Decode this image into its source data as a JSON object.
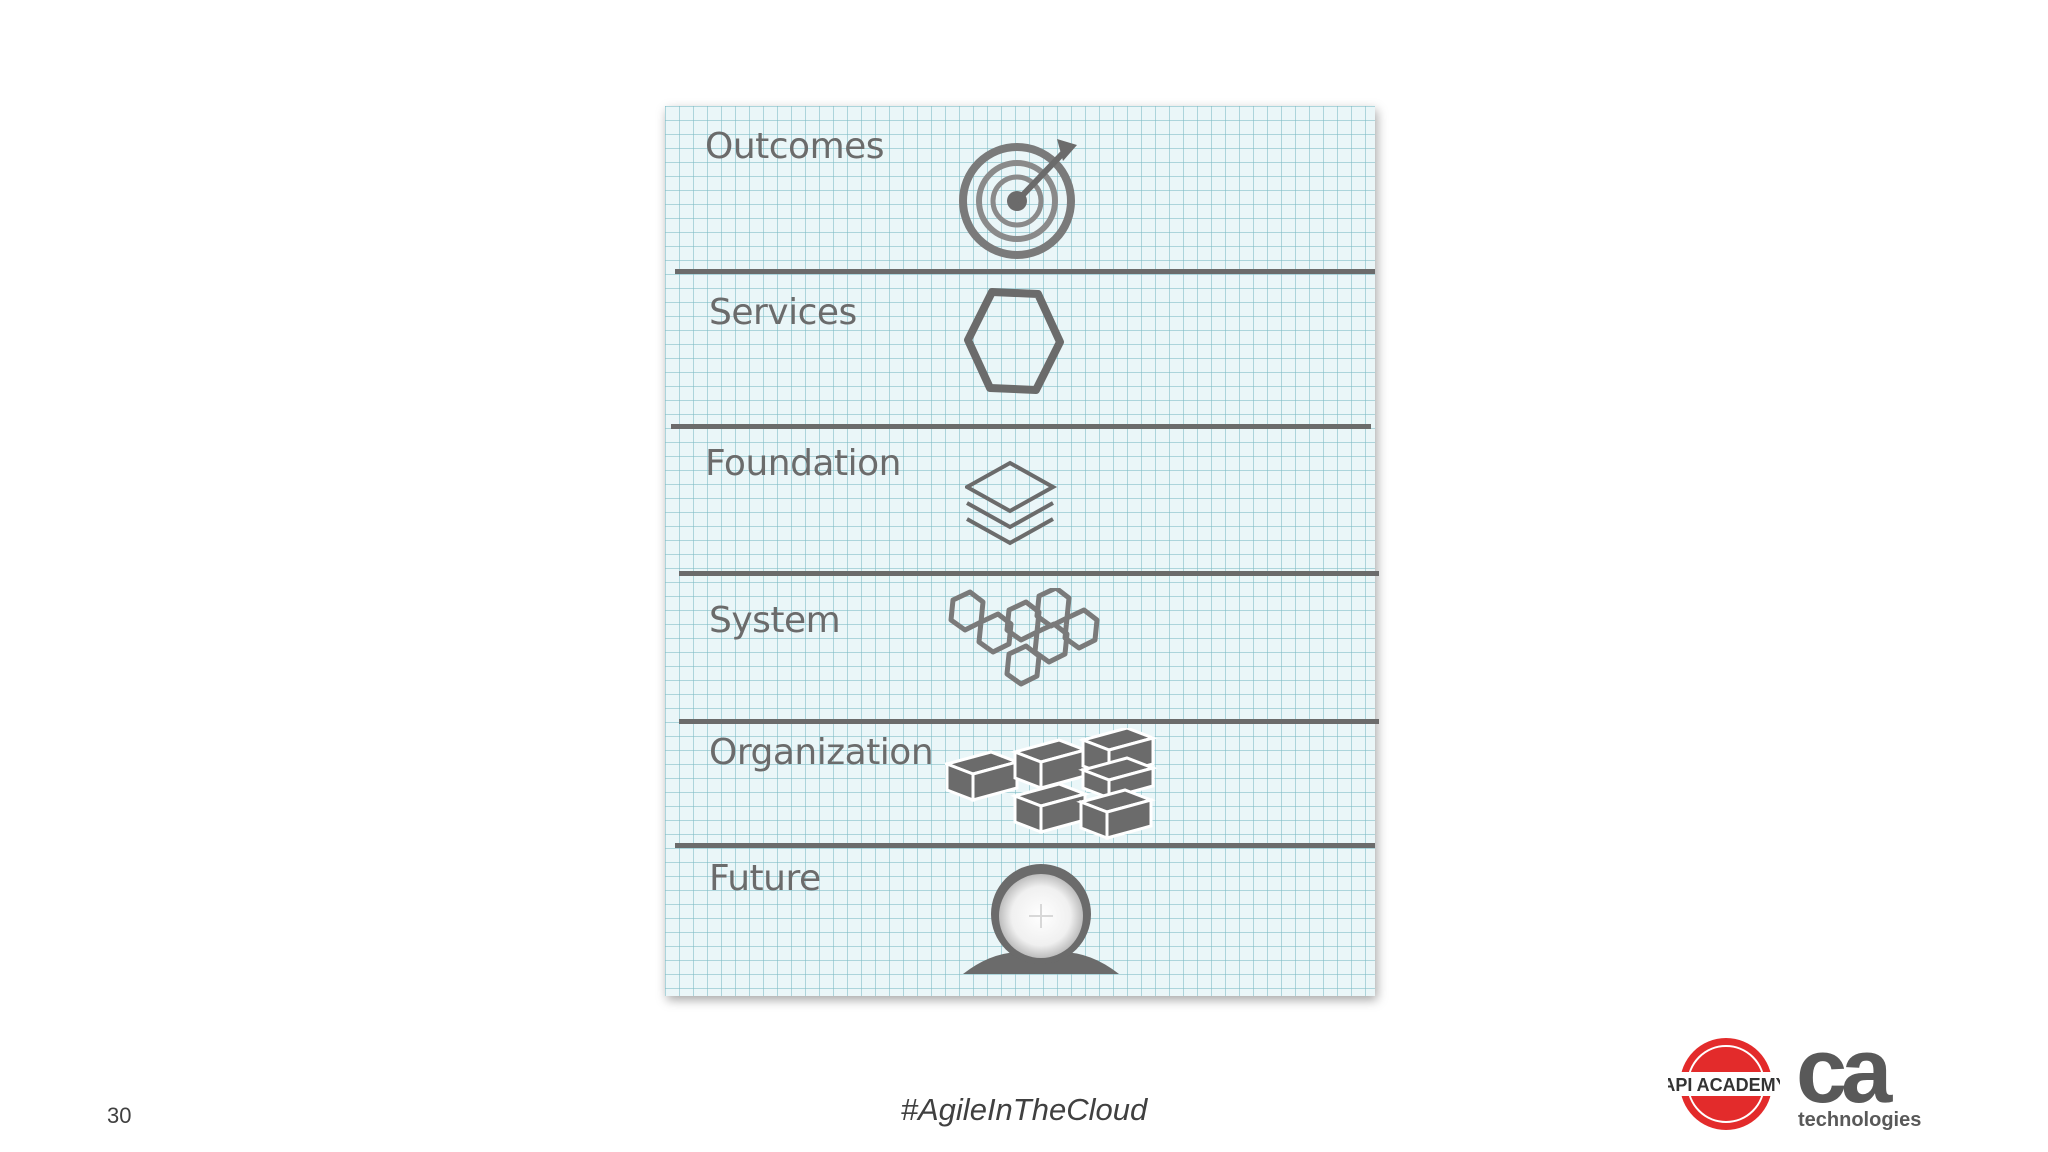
{
  "rows": [
    {
      "label": "Outcomes",
      "icon": "target-icon"
    },
    {
      "label": "Services",
      "icon": "hexagon-icon"
    },
    {
      "label": "Foundation",
      "icon": "layers-icon"
    },
    {
      "label": "System",
      "icon": "honeycomb-icon"
    },
    {
      "label": "Organization",
      "icon": "blocks-icon"
    },
    {
      "label": "Future",
      "icon": "crystal-ball-icon"
    }
  ],
  "footer": {
    "page_number": "30",
    "hashtag": "#AgileInTheCloud"
  },
  "logos": {
    "api_academy": "API ACADEMY",
    "ca": "ca",
    "ca_sub": "technologies"
  },
  "colors": {
    "ink": "#6b6b6b",
    "api_red": "#e32b2b",
    "ca_gray": "#595959"
  }
}
